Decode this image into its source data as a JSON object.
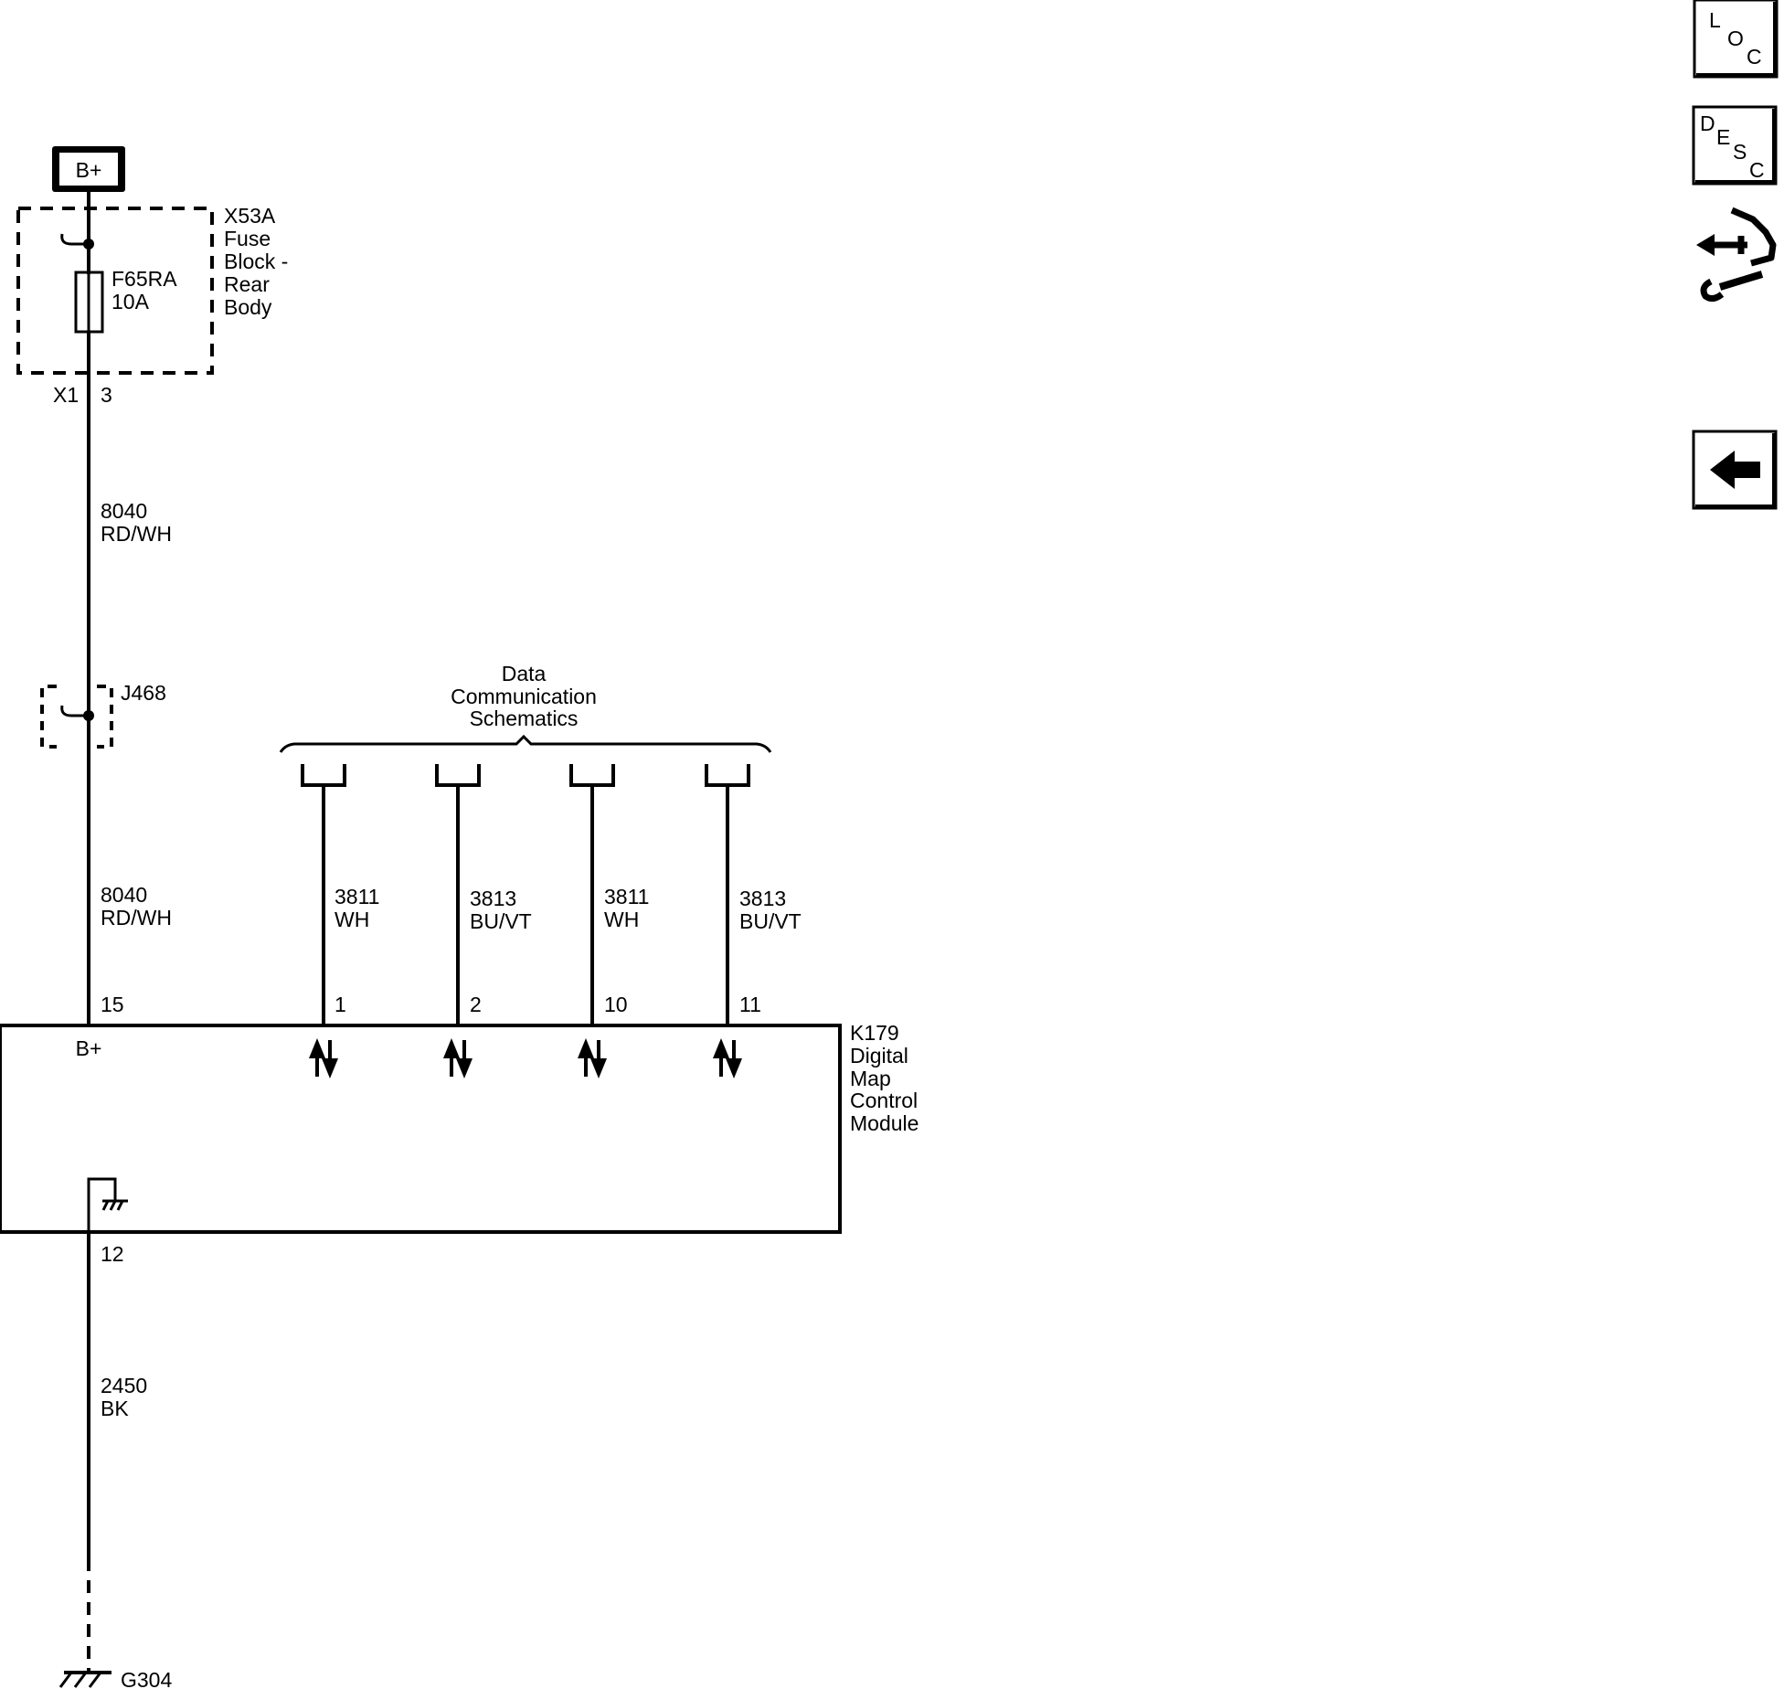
{
  "power_source": {
    "label": "B+"
  },
  "fuse_block": {
    "name_lines": [
      "X53A",
      "Fuse",
      "Block -",
      "Rear",
      "Body"
    ],
    "fuse_lines": [
      "F65RA",
      "10A"
    ],
    "connector": "X1",
    "pin": "3"
  },
  "wire_upper": {
    "circuit": "8040",
    "color": "RD/WH"
  },
  "splice": {
    "label": "J468"
  },
  "wire_lower": {
    "circuit": "8040",
    "color": "RD/WH"
  },
  "data_bus": {
    "label_lines": [
      "Data",
      "Communication",
      "Schematics"
    ]
  },
  "data_wires": [
    {
      "circuit": "3811",
      "color": "WH",
      "pin": "1"
    },
    {
      "circuit": "3813",
      "color": "BU/VT",
      "pin": "2"
    },
    {
      "circuit": "3811",
      "color": "WH",
      "pin": "10"
    },
    {
      "circuit": "3813",
      "color": "BU/VT",
      "pin": "11"
    }
  ],
  "module": {
    "name_lines": [
      "K179",
      "Digital",
      "Map",
      "Control",
      "Module"
    ],
    "power_pin": "15",
    "power_label": "B+",
    "ground_pin": "12"
  },
  "ground_wire": {
    "circuit": "2450",
    "color": "BK"
  },
  "ground": {
    "label": "G304"
  },
  "nav": {
    "loc": [
      "L",
      "O",
      "C"
    ],
    "desc": [
      "D",
      "E",
      "S",
      "C"
    ]
  }
}
